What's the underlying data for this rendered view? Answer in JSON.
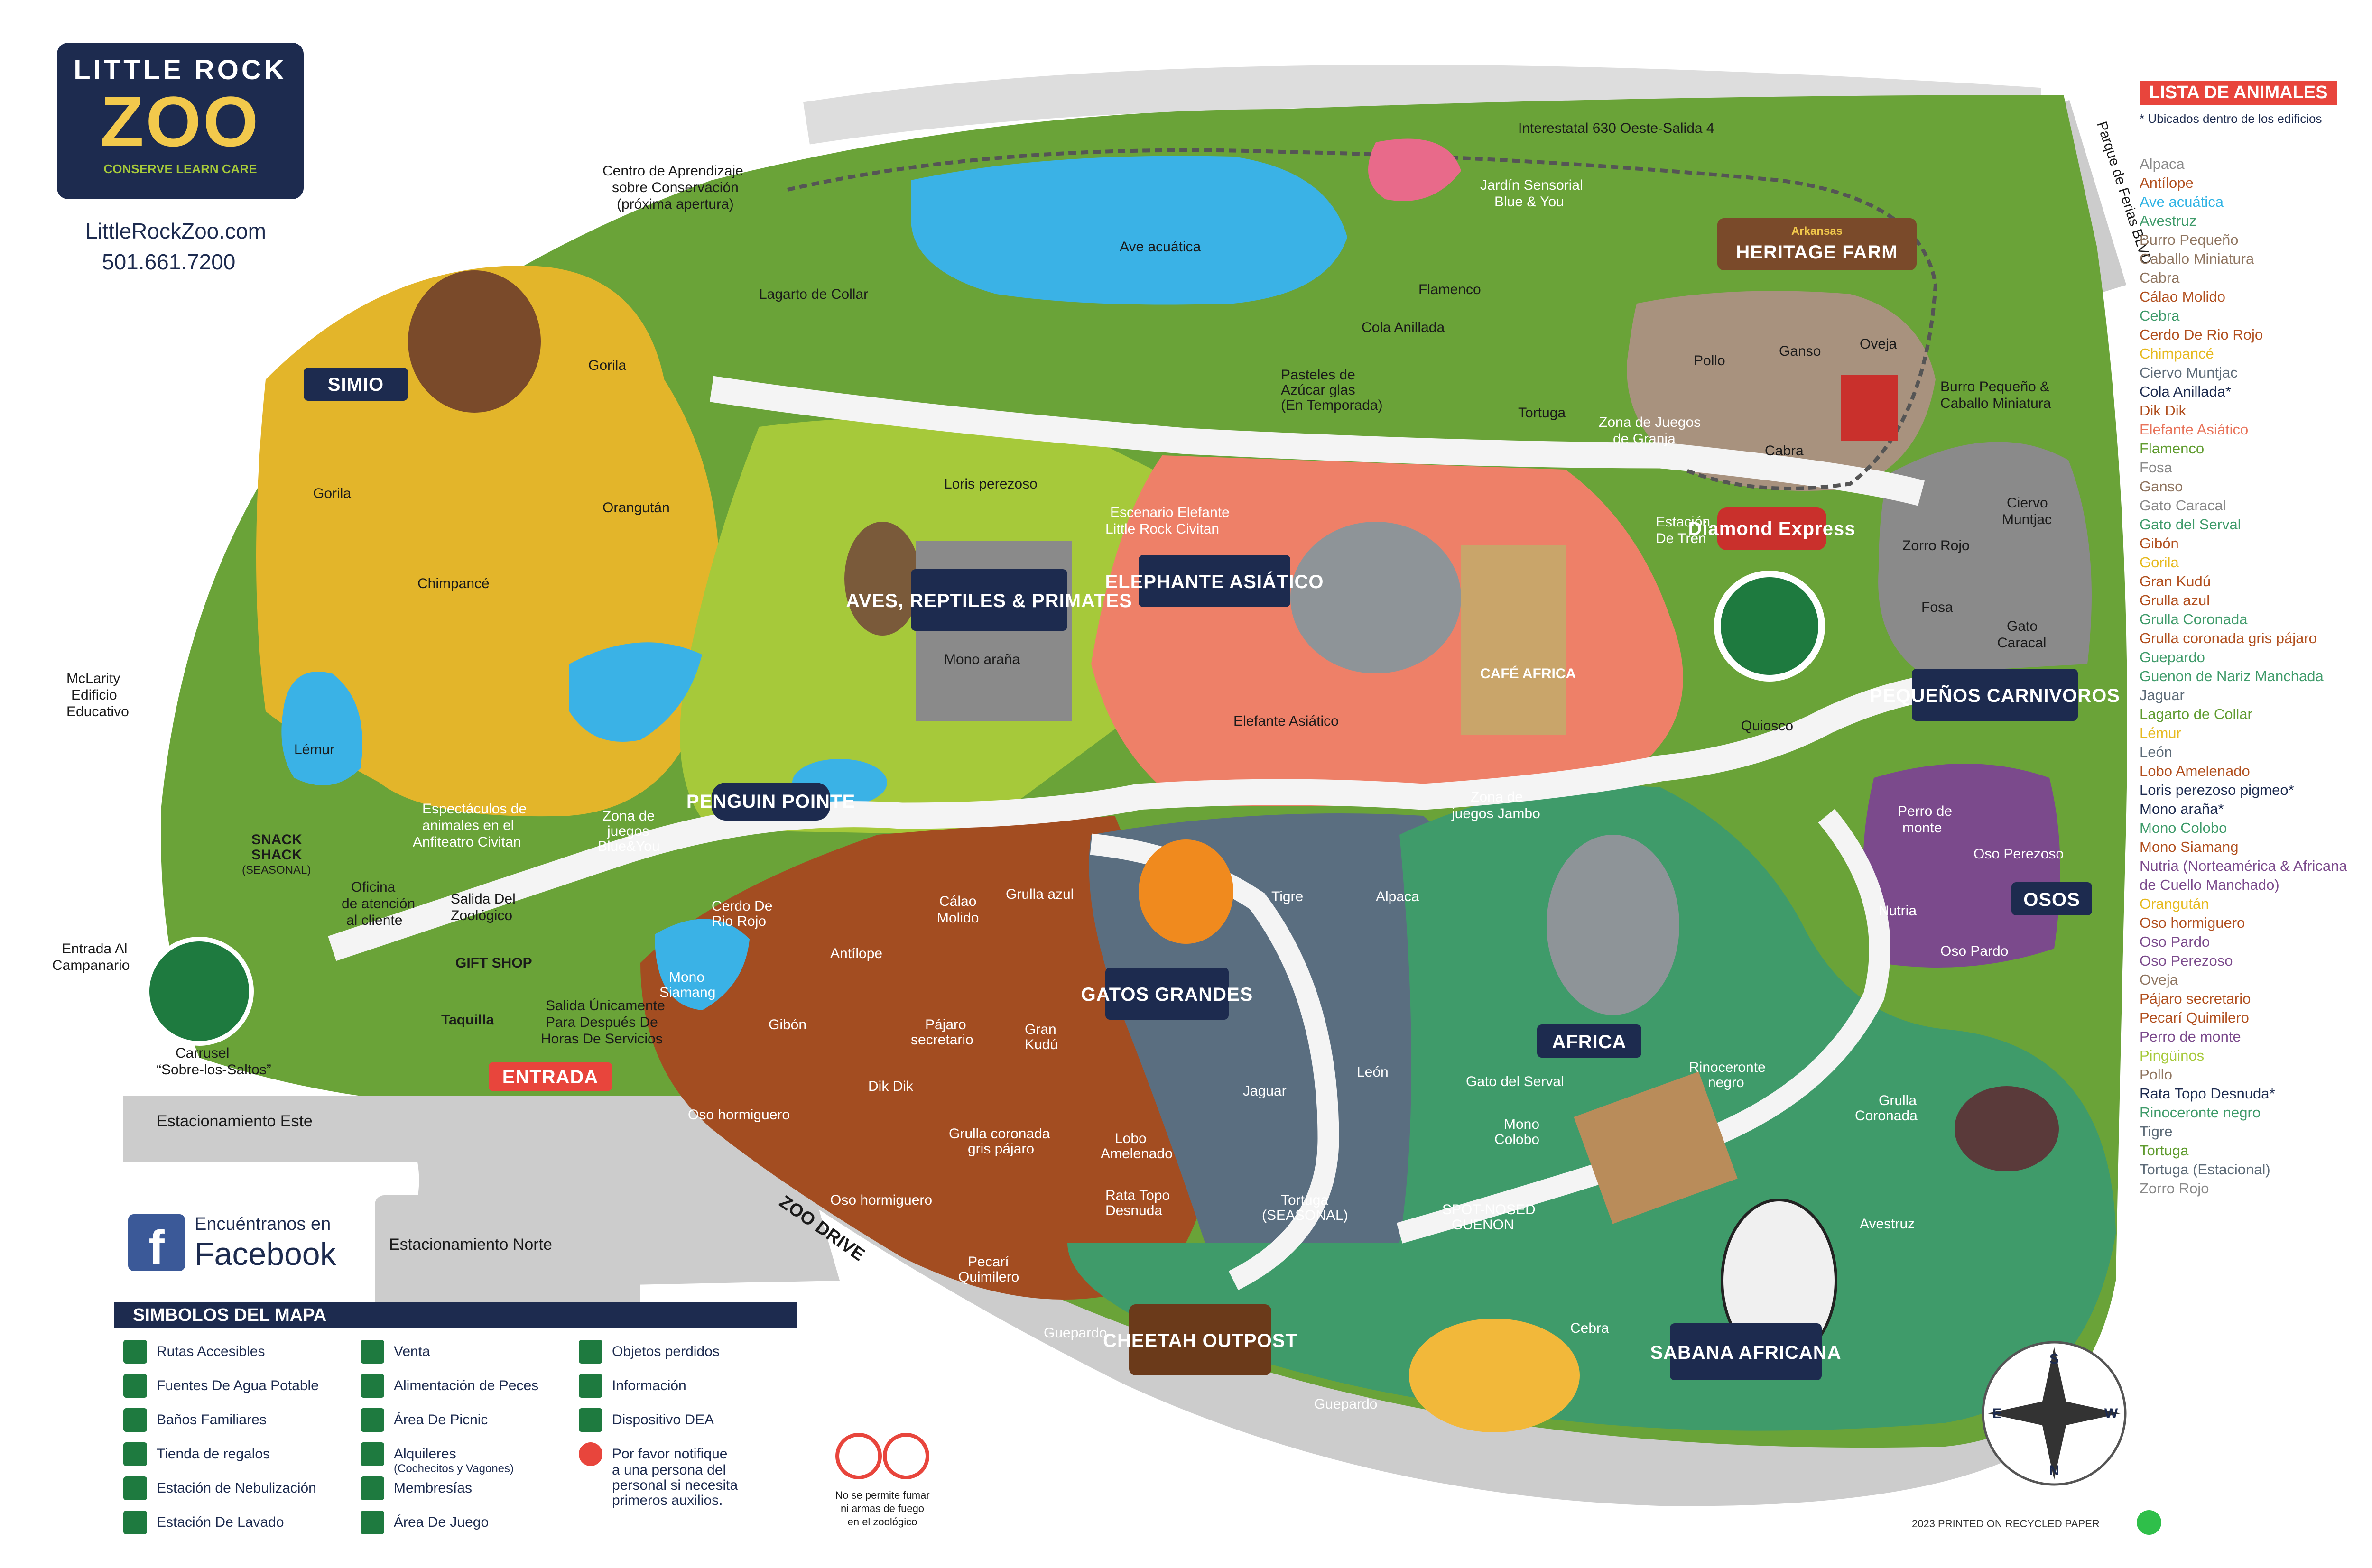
{
  "brand": {
    "name_top": "LITTLE ROCK",
    "name_zoo": "ZOO",
    "tagline": "CONSERVE LEARN CARE",
    "website": "LittleRockZoo.com",
    "phone": "501.661.7200"
  },
  "zones": {
    "simio": "SIMIO",
    "aves": "AVES, REPTILES & PRIMATES",
    "elephante": "ELEPHANTE ASIÁTICO",
    "gatos": "GATOS GRANDES",
    "africa": "AFRICA",
    "sabana": "SABANA AFRICANA",
    "pequenos": "PEQUEÑOS CARNIVOROS",
    "osos": "OSOS",
    "entrada": "ENTRADA",
    "penguin": "PENGUIN POINTE",
    "cheetah": "CHEETAH OUTPOST",
    "heritage": "HERITAGE FARM",
    "heritage_top": "Arkansas",
    "diamond": "Diamond Express"
  },
  "labels": {
    "gorila1": "Gorila",
    "gorila2": "Gorila",
    "orangutan": "Orangután",
    "chimpance": "Chimpancé",
    "lemur": "Lémur",
    "loris": "Loris perezoso",
    "mono_arana": "Mono araña",
    "lagarto": "Lagarto de Collar",
    "ave_acuatica": "Ave acuática",
    "flamenco": "Flamenco",
    "centro1": "Centro de Aprendizaje",
    "centro2": "sobre Conservación",
    "centro3": "(próxima apertura)",
    "interestatal": "Interestatal 630 Oeste-Salida 4",
    "parque": "Parque de Ferias BLVD",
    "jardin1": "Jardín Sensorial",
    "jardin2": "Blue & You",
    "cola": "Cola Anillada",
    "pasteles1": "Pasteles de",
    "pasteles2": "Azúcar glas",
    "pasteles3": "(En Temporada)",
    "tortuga_top": "Tortuga",
    "zona_granja1": "Zona de Juegos",
    "zona_granja2": "de Granja",
    "pollo": "Pollo",
    "ganso": "Ganso",
    "oveja": "Oveja",
    "cabra": "Cabra",
    "burro1": "Burro Pequeño &",
    "burro2": "Caballo Miniatura",
    "estacion1": "Estación",
    "estacion2": "De Tren",
    "escenario1": "Escenario Elefante",
    "escenario2": "Little Rock Civitan",
    "elefante": "Elefante Asiático",
    "cafe": "CAFÉ AFRICA",
    "quiosco": "Quiosco",
    "zorro_rojo": "Zorro Rojo",
    "ciervo1": "Ciervo",
    "ciervo2": "Muntjac",
    "fosa": "Fosa",
    "gato_caracal1": "Gato",
    "gato_caracal2": "Caracal",
    "perro1": "Perro de",
    "perro2": "monte",
    "oso_perezoso": "Oso Perezoso",
    "nutria": "Nutria",
    "oso_pardo": "Oso Pardo",
    "mclarity1": "McLarity",
    "mclarity2": "Edificio",
    "mclarity3": "Educativo",
    "snack1": "SNACK",
    "snack2": "SHACK",
    "snack3": "(SEASONAL)",
    "espect1": "Espectáculos de",
    "espect2": "animales en el",
    "espect3": "Anfiteatro Civitan",
    "zona_blue1": "Zona de",
    "zona_blue2": "juegos",
    "zona_blue3": "Blue&You",
    "oficina1": "Oficina",
    "oficina2": "de atención",
    "oficina3": "al cliente",
    "salida1": "Salida Del",
    "salida2": "Zoológico",
    "gift": "GIFT SHOP",
    "taquilla": "Taquilla",
    "salida_u1": "Salida Únicamente",
    "salida_u2": "Para Después De",
    "salida_u3": "Horas De Servicios",
    "entrada_camp1": "Entrada Al",
    "entrada_camp2": "Campanario",
    "carrusel1": "Carrusel",
    "carrusel2": "“Sobre-los-Saltos”",
    "est_este": "Estacionamiento Este",
    "est_norte": "Estacionamiento Norte",
    "zoo_drive": "ZOO DRIVE",
    "cerdo1": "Cerdo De",
    "cerdo2": "Rio Rojo",
    "mono_siamang1": "Mono",
    "mono_siamang2": "Siamang",
    "gibon": "Gibón",
    "antilope": "Antílope",
    "calao1": "Cálao",
    "calao2": "Molido",
    "grulla_azul": "Grulla azul",
    "pajaro1": "Pájaro",
    "pajaro2": "secretario",
    "gran1": "Gran",
    "gran2": "Kudú",
    "dik": "Dik Dik",
    "grulla_cor1": "Grulla coronada",
    "grulla_cor2": "gris pájaro",
    "lobo1": "Lobo",
    "lobo2": "Amelenado",
    "oso_horm1": "Oso hormiguero",
    "oso_horm2": "Oso hormiguero",
    "rata1": "Rata Topo",
    "rata2": "Desnuda",
    "pecari1": "Pecarí",
    "pecari2": "Quimilero",
    "tigre": "Tigre",
    "alpaca": "Alpaca",
    "jaguar": "Jaguar",
    "leon": "León",
    "tortuga1": "Tortuga",
    "tortuga2": "(SEASONAL)",
    "zona_jambo1": "Zona de",
    "zona_jambo2": "juegos Jambo",
    "gato_serval": "Gato del Serval",
    "mono_colobo1": "Mono",
    "mono_colobo2": "Colobo",
    "spot1": "SPOT-NOSED",
    "spot2": "GUENON",
    "rino1": "Rinoceronte",
    "rino2": "negro",
    "grulla_cor_af1": "Grulla",
    "grulla_cor_af2": "Coronada",
    "avestruz": "Avestruz",
    "cebra": "Cebra",
    "guepardo1": "Guepardo",
    "guepardo2": "Guepardo",
    "recycled": "2023 PRINTED ON RECYCLED PAPER",
    "no_armas1": "No se permite fumar",
    "no_armas2": "ni armas de fuego",
    "no_armas3": "en el zoológico"
  },
  "compass": {
    "n": "N",
    "s": "S",
    "e": "E",
    "w": "W"
  },
  "facebook": {
    "line1": "Encuéntranos en",
    "line2": "Facebook"
  },
  "symbols": {
    "title": "SIMBOLOS DEL MAPA",
    "items": [
      {
        "label": "Rutas Accesibles",
        "icon": "wheelchair-icon"
      },
      {
        "label": "Fuentes De Agua Potable",
        "icon": "water-fountain-icon"
      },
      {
        "label": "Baños Familiares",
        "icon": "family-restroom-icon"
      },
      {
        "label": "Tienda de regalos",
        "icon": "gift-shop-icon"
      },
      {
        "label": "Estación de Nebulización",
        "icon": "mister-icon"
      },
      {
        "label": "Estación De Lavado",
        "icon": "wash-station-icon"
      },
      {
        "label": "Venta",
        "icon": "vendor-icon"
      },
      {
        "label": "Alimentación de Peces",
        "icon": "fish-feeding-icon"
      },
      {
        "label": "Área De Picnic",
        "icon": "picnic-icon"
      },
      {
        "label": "Alquileres",
        "sub": "(Cochecitos y Vagones)",
        "icon": "rentals-icon"
      },
      {
        "label": "Membresías",
        "icon": "membership-icon"
      },
      {
        "label": "Área De Juego",
        "icon": "play-area-icon"
      },
      {
        "label": "Objetos perdidos",
        "icon": "lost-found-icon"
      },
      {
        "label": "Información",
        "icon": "info-icon"
      },
      {
        "label": "Dispositivo DEA",
        "icon": "aed-icon"
      },
      {
        "label": "Por favor notifique",
        "extra": [
          "a una persona del",
          "personal si necesita",
          "primeros auxilios."
        ],
        "icon": "first-aid-icon"
      }
    ]
  },
  "animals": {
    "title": "LISTA DE ANIMALES",
    "note": "* Ubicados dentro de los edificios",
    "items": [
      {
        "name": "Alpaca",
        "color": "#8a8a8a"
      },
      {
        "name": "Antílope",
        "color": "#b14f1e"
      },
      {
        "name": "Ave acuática",
        "color": "#2fb3e4"
      },
      {
        "name": "Avestruz",
        "color": "#3f9b6a"
      },
      {
        "name": "Burro Pequeño",
        "color": "#8f7560"
      },
      {
        "name": "Caballo Miniatura",
        "color": "#8f7560"
      },
      {
        "name": "Cabra",
        "color": "#8f7560"
      },
      {
        "name": "Cálao Molido",
        "color": "#b14f1e"
      },
      {
        "name": "Cebra",
        "color": "#3f9b6a"
      },
      {
        "name": "Cerdo De Rio Rojo",
        "color": "#b14f1e"
      },
      {
        "name": "Chimpancé",
        "color": "#e6b91e"
      },
      {
        "name": "Ciervo Muntjac",
        "color": "#5d6b78"
      },
      {
        "name": "Cola Anillada*",
        "color": "#1d2b4f"
      },
      {
        "name": "Dik Dik",
        "color": "#b14f1e"
      },
      {
        "name": "Elefante Asiático",
        "color": "#e8735a"
      },
      {
        "name": "Flamenco",
        "color": "#5f9b2e"
      },
      {
        "name": "Fosa",
        "color": "#8a8a8a"
      },
      {
        "name": "Ganso",
        "color": "#8f7560"
      },
      {
        "name": "Gato Caracal",
        "color": "#8a8a8a"
      },
      {
        "name": "Gato del Serval",
        "color": "#3f9b6a"
      },
      {
        "name": "Gibón",
        "color": "#b14f1e"
      },
      {
        "name": "Gorila",
        "color": "#e6b91e"
      },
      {
        "name": "Gran Kudú",
        "color": "#b14f1e"
      },
      {
        "name": "Grulla azul",
        "color": "#b14f1e"
      },
      {
        "name": "Grulla Coronada",
        "color": "#3f9b6a"
      },
      {
        "name": "Grulla coronada gris pájaro",
        "color": "#b14f1e"
      },
      {
        "name": "Guepardo",
        "color": "#3f9b6a"
      },
      {
        "name": "Guenon de Nariz Manchada",
        "color": "#3f9b6a"
      },
      {
        "name": "Jaguar",
        "color": "#5d6b78"
      },
      {
        "name": "Lagarto de Collar",
        "color": "#5f9b2e"
      },
      {
        "name": "Lémur",
        "color": "#e6b91e"
      },
      {
        "name": "León",
        "color": "#5d6b78"
      },
      {
        "name": "Lobo Amelenado",
        "color": "#b14f1e"
      },
      {
        "name": "Loris perezoso pigmeo*",
        "color": "#1d2b4f"
      },
      {
        "name": "Mono araña*",
        "color": "#1d2b4f"
      },
      {
        "name": "Mono Colobo",
        "color": "#3f9b6a"
      },
      {
        "name": "Mono Siamang",
        "color": "#b14f1e"
      },
      {
        "name": "Nutria (Norteamérica & Africana",
        "color": "#7b4a8c"
      },
      {
        "name": "de Cuello Manchado)",
        "color": "#7b4a8c"
      },
      {
        "name": "Orangután",
        "color": "#e6b91e"
      },
      {
        "name": "Oso hormiguero",
        "color": "#b14f1e"
      },
      {
        "name": "Oso Pardo",
        "color": "#7b4a8c"
      },
      {
        "name": "Oso Perezoso",
        "color": "#7b4a8c"
      },
      {
        "name": "Oveja",
        "color": "#8f7560"
      },
      {
        "name": "Pájaro secretario",
        "color": "#b14f1e"
      },
      {
        "name": "Pecarí Quimilero",
        "color": "#b14f1e"
      },
      {
        "name": "Perro de monte",
        "color": "#7b4a8c"
      },
      {
        "name": "Pingüinos",
        "color": "#a6c93a"
      },
      {
        "name": "Pollo",
        "color": "#8f7560"
      },
      {
        "name": "Rata Topo Desnuda*",
        "color": "#1d2b4f"
      },
      {
        "name": "Rinoceronte negro",
        "color": "#3f9b6a"
      },
      {
        "name": "Tigre",
        "color": "#5d6b78"
      },
      {
        "name": "Tortuga",
        "color": "#5f9b2e"
      },
      {
        "name": "Tortuga (Estacional)",
        "color": "#5d6b78"
      },
      {
        "name": "Zorro Rojo",
        "color": "#8a8a8a"
      }
    ]
  },
  "colors": {
    "grass": "#6aa338",
    "simio": "#e3b52a",
    "lightgreen": "#a6c93a",
    "elephant": "#ee8068",
    "gatos": "#5a6e80",
    "africa": "#3f9b6a",
    "rust": "#a34d21",
    "purple": "#7b4a8c",
    "gray": "#8a8a8a",
    "farm": "#a8927e",
    "navy": "#1d2b4f",
    "water": "#3ab2e6",
    "path": "#f4f4f4",
    "road": "#cccccc",
    "badge_red": "#e8453c"
  }
}
